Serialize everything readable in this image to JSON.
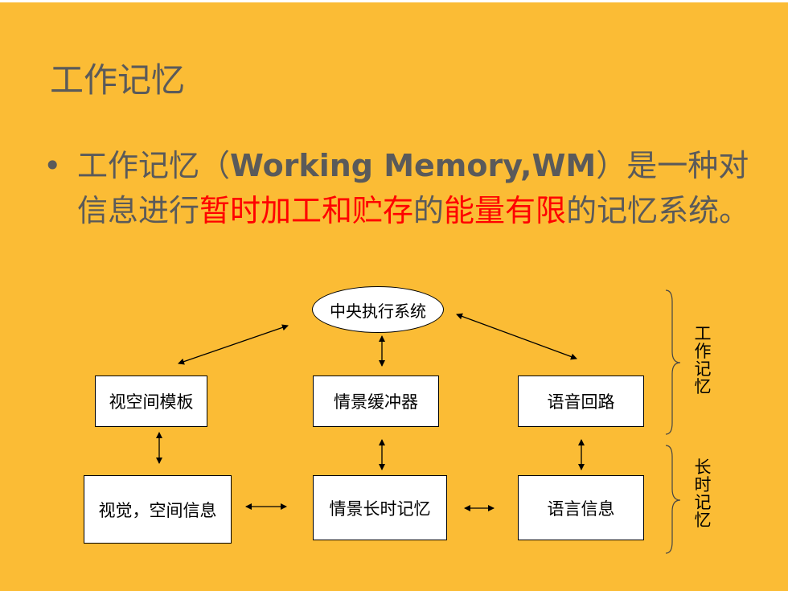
{
  "title": "工作记忆",
  "bullet": {
    "marker": "•",
    "t1": "工作记忆（",
    "t2": "Working Memory,WM",
    "t3": "）是一种对信息进行",
    "t4": "暂时加工和贮存",
    "t5": "的",
    "t6": "能量有限",
    "t7": "的记忆系统。",
    "highlight_color": "#ff0000"
  },
  "diagram": {
    "central": "中央执行系统",
    "visuospatial": "视空间模板",
    "episodic_buffer": "情景缓冲器",
    "phonological": "语音回路",
    "visual_info": "视觉，空间信息",
    "episodic_ltm": "情景长时记忆",
    "language_info": "语言信息",
    "group_working": "工作记忆",
    "group_longterm": "长时记忆"
  },
  "colors": {
    "background": "#FBBC35",
    "text": "#5a5a5a",
    "accent": "#ff0000"
  }
}
